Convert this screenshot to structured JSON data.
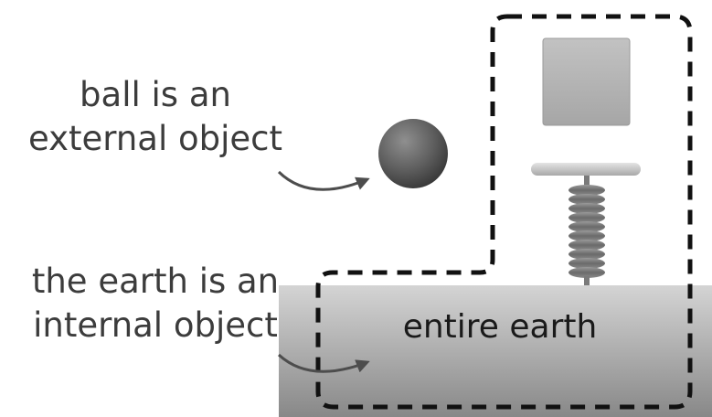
{
  "labels": {
    "ball": [
      "ball is an",
      "external object"
    ],
    "earth": [
      "the earth is an",
      "internal object"
    ],
    "earth_name": "entire earth"
  },
  "colors": {
    "ground_top": "#d2d2d2",
    "ground_bottom": "#8a8a8a",
    "ball": "#5e5e5e",
    "block": "#b4b4b4",
    "spring": "#7a7a7a",
    "outline": "#111111",
    "arrow": "#4d4d4d",
    "text": "#3c3c3c"
  },
  "icons": {
    "ball": "sphere",
    "block": "square-mass",
    "spring": "coil-spring"
  }
}
